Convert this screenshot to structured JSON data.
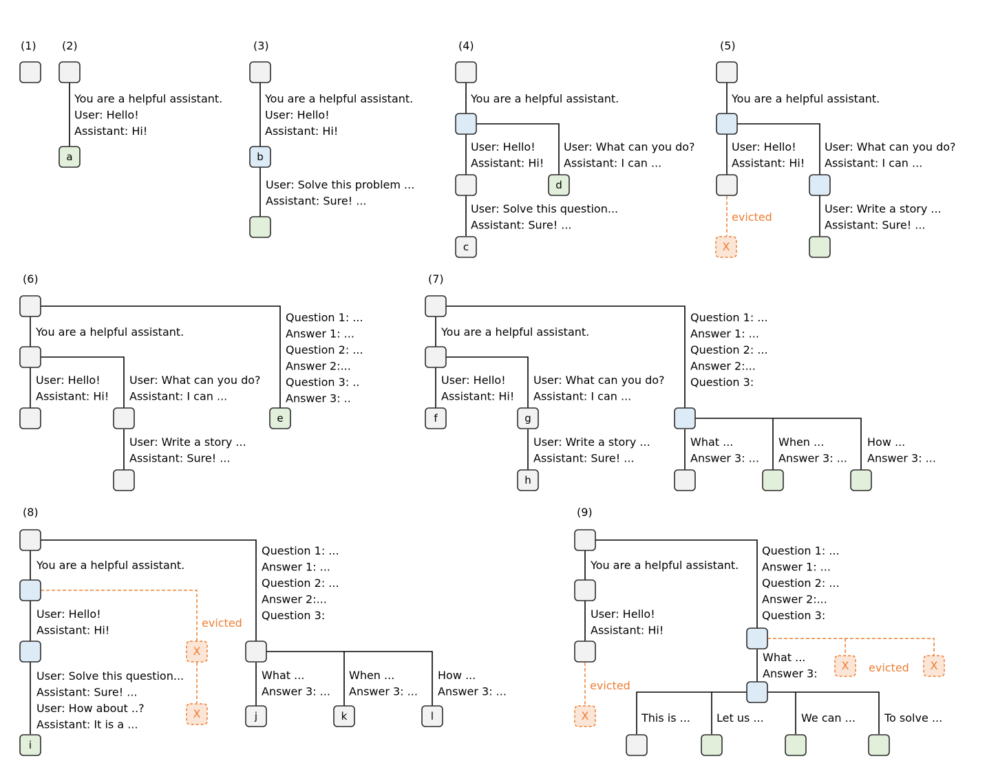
{
  "palette": {
    "gray": "#F2F2F2",
    "blue": "#DDEBF7",
    "green": "#E2EFDA",
    "evicted_fill": "#FBE5D6",
    "evicted_stroke": "#ED7D31",
    "edge": "#000000"
  },
  "panel_labels": [
    "(1)",
    "(2)",
    "(3)",
    "(4)",
    "(5)",
    "(6)",
    "(7)",
    "(8)",
    "(9)"
  ],
  "text": {
    "system": "You are a helpful assistant.",
    "user_hello": "User: Hello!",
    "assistant_hi": "Assistant: Hi!",
    "user_solve_problem": "User: Solve this problem ...",
    "user_solve_question": "User: Solve this question...",
    "assistant_sure": "Assistant: Sure! ...",
    "user_what_can": "User: What can you do?",
    "assistant_i_can": "Assistant: I can ...",
    "user_write_story": "User: Write a story ...",
    "user_how_about": "User: How about ..?",
    "assistant_it_is": "Assistant: It is a ...",
    "question1": "Question 1: ...",
    "answer1": "Answer 1: ...",
    "question2": "Question 2: ...",
    "answer2": "Answer 2:...",
    "question3_dots": "Question 3: ..",
    "answer3_dots": "Answer 3: ..",
    "question3": "Question 3:",
    "what": "What ...",
    "when": "When ...",
    "how": "How ...",
    "answer3": "Answer 3: ...",
    "answer3_colon": "Answer 3:",
    "this_is": "This is ...",
    "let_us": "Let us ...",
    "we_can": "We can ...",
    "to_solve": "To solve ...",
    "evicted": "evicted"
  },
  "node_keys": {
    "a": "a",
    "b": "b",
    "c": "c",
    "d": "d",
    "e": "e",
    "f": "f",
    "g": "g",
    "h": "h",
    "i": "i",
    "j": "j",
    "k": "k",
    "l": "l",
    "x": "X"
  }
}
